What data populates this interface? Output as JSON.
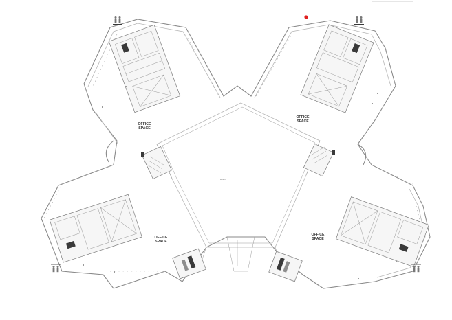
{
  "plan": {
    "office_labels": [
      {
        "line1": "OFFICE",
        "line2": "SPACE"
      },
      {
        "line1": "OFFICE",
        "line2": "SPACE"
      },
      {
        "line1": "OFFICE",
        "line2": "SPACE"
      },
      {
        "line1": "OFFICE",
        "line2": "SPACE"
      }
    ],
    "icons": {
      "restroom": "restroom-icon",
      "marker": "red-marker-dot"
    },
    "colors": {
      "wall": "#8a8a8a",
      "marker": "#e02020"
    }
  }
}
